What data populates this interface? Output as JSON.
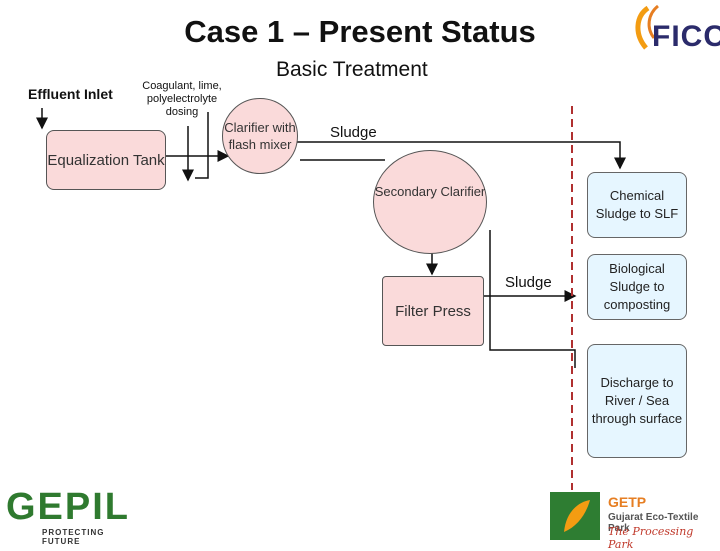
{
  "title": "Case 1 – Present Status",
  "labels": {
    "basic_treatment": "Basic Treatment",
    "effluent_inlet": "Effluent Inlet",
    "coagulant": "Coagulant, lime, polyelectrolyte dosing",
    "sludge_top": "Sludge",
    "sludge_mid": "Sludge"
  },
  "nodes": {
    "equalization_tank": "Equalization Tank",
    "clarifier": "Clarifier with flash mixer",
    "secondary_clarifier": "Secondary Clarifier",
    "filter_press": "Filter Press",
    "chemical_sludge": "Chemical Sludge to SLF",
    "biological_sludge": "Biological Sludge to composting",
    "discharge": "Discharge to River / Sea through surface"
  },
  "logos": {
    "ficci": "FICCI",
    "gepil": "GEPIL",
    "gepil_tagline": "PROTECTING FUTURE",
    "getp": "GETP",
    "getp_name": "Gujarat Eco-Textile Park",
    "getp_tagline": "The Processing Park"
  },
  "colors": {
    "process_fill": "#fadada",
    "output_fill": "#e6f6ff",
    "divider": "#b03030",
    "ficci_orange": "#f39c12",
    "gepil_green": "#2f7a2f"
  }
}
